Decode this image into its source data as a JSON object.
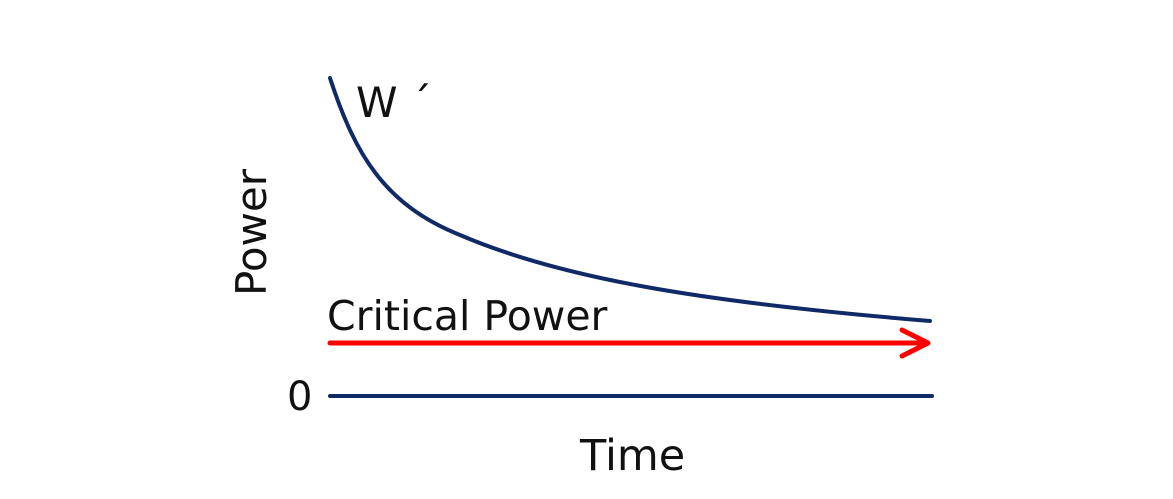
{
  "diagram": {
    "title": "",
    "labels": {
      "w_prime": "W ´",
      "critical_power": "Critical Power",
      "y_axis": "Power",
      "x_axis": "Time",
      "zero": "0"
    },
    "colors": {
      "curve": "#0f2a66",
      "baseline": "#0f2a66",
      "arrow": "#ff0000",
      "text": "#111111",
      "background": "#ffffff"
    }
  }
}
